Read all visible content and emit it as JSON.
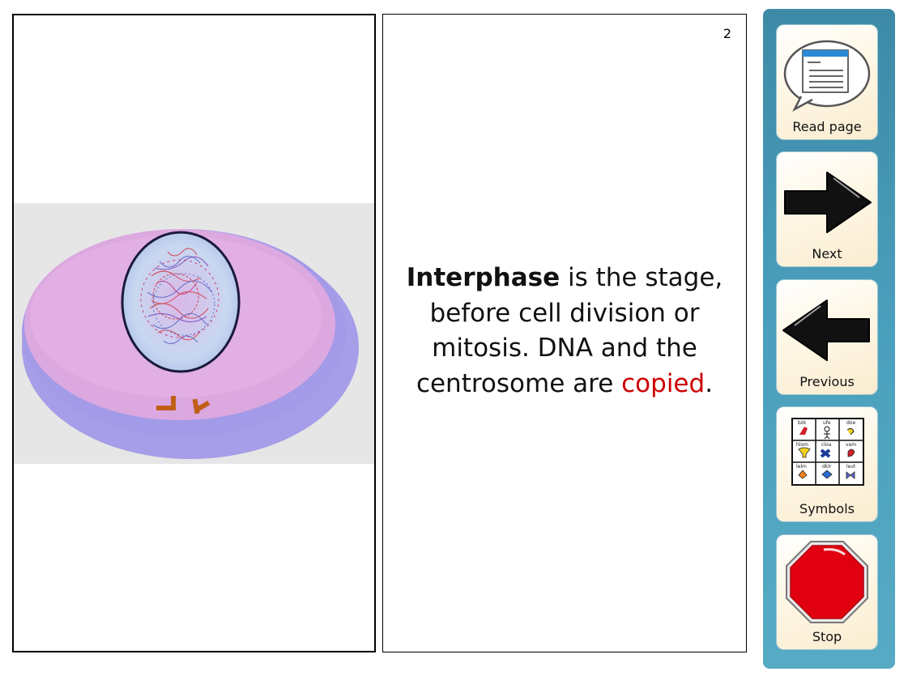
{
  "page": {
    "number": "2"
  },
  "content": {
    "bold_word": "Interphase",
    "line1_rest": " is the stage,",
    "line2": "before cell division or",
    "line3": "mitosis. DNA and the",
    "line4_start": "centrosome are ",
    "highlight_word": "copied",
    "line4_end": "."
  },
  "colors": {
    "highlight": "#cc0000",
    "sidebar": "#4ba0bd"
  },
  "sidebar": {
    "buttons": [
      {
        "label": "Read page",
        "icon": "speech-bubble-document-icon"
      },
      {
        "label": "Next",
        "icon": "arrow-right-icon"
      },
      {
        "label": "Previous",
        "icon": "arrow-left-icon"
      },
      {
        "label": "Symbols",
        "icon": "symbol-grid-icon"
      },
      {
        "label": "Stop",
        "icon": "stop-sign-icon"
      }
    ]
  },
  "symbol_grid": {
    "labels": [
      "bzk",
      "ufe",
      "doe",
      "hlom",
      "cloa",
      "vam",
      "lelm",
      "dklr",
      "levt"
    ]
  }
}
